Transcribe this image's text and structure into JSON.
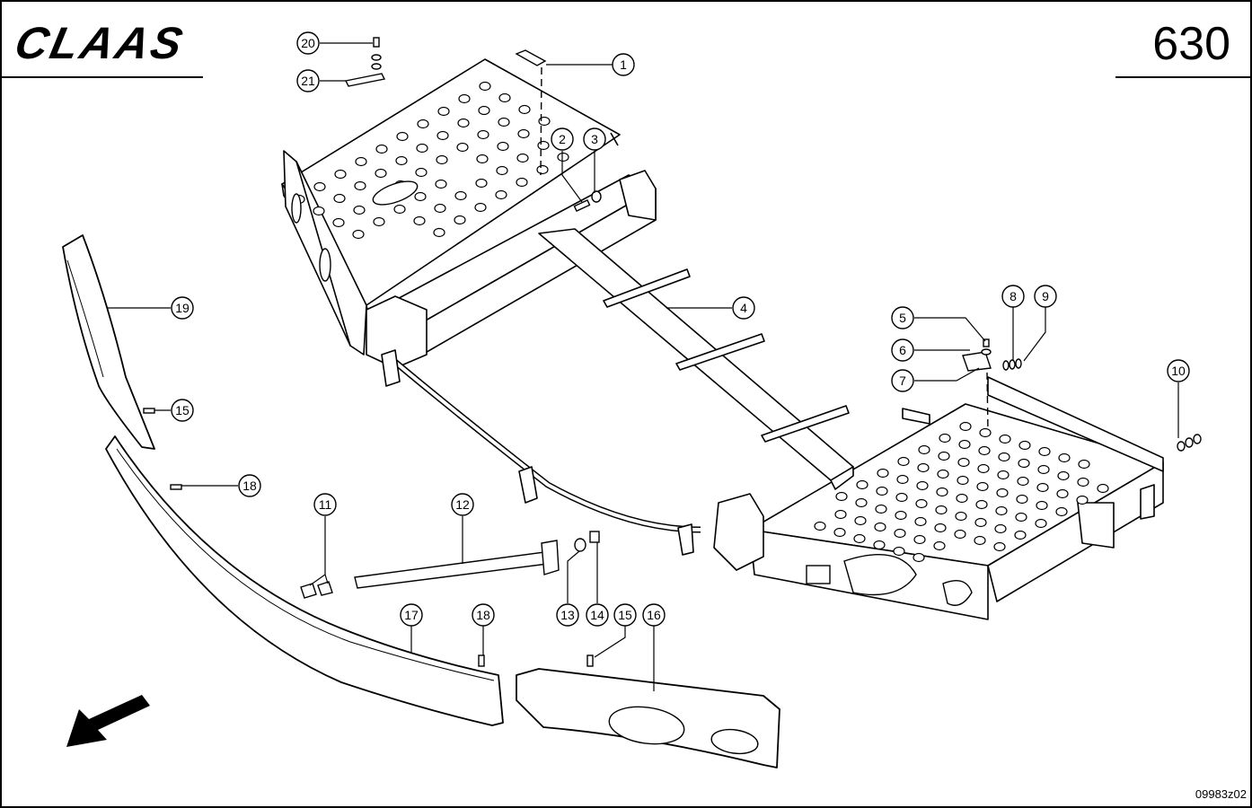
{
  "header": {
    "brand": "CLAAS",
    "page_number": "630"
  },
  "footer": {
    "drawing_code": "09983z02"
  },
  "callouts": [
    "1",
    "2",
    "3",
    "4",
    "5",
    "6",
    "7",
    "8",
    "9",
    "10",
    "11",
    "12",
    "13",
    "14",
    "15",
    "15",
    "16",
    "17",
    "18",
    "18",
    "19",
    "20",
    "21"
  ],
  "colors": {
    "ink": "#000000",
    "paper": "#ffffff"
  },
  "icons": {
    "direction": "arrow-down-left-icon"
  }
}
